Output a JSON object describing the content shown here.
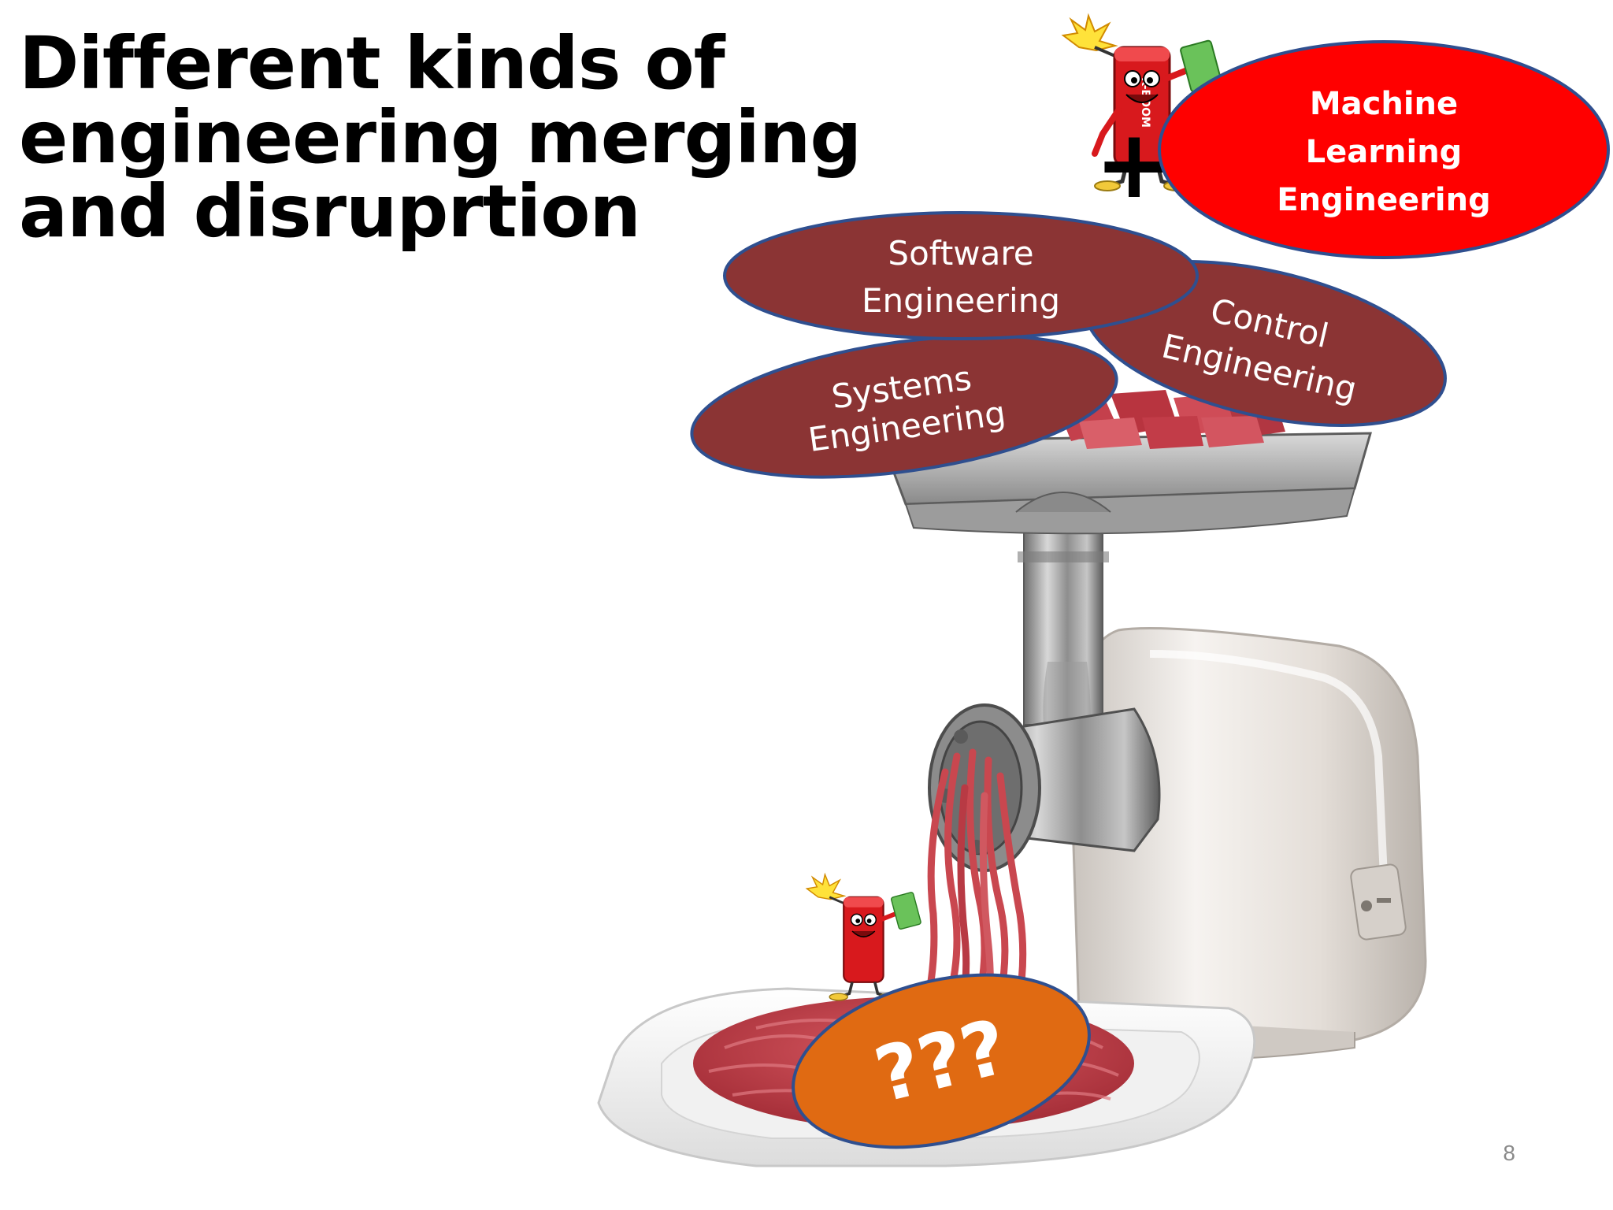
{
  "slide": {
    "title_lines": [
      "Different kinds of",
      "engineering merging",
      "and disruprtion"
    ],
    "page_number": "8"
  },
  "bubbles": {
    "machine_learning": [
      "Machine",
      "Learning",
      "Engineering"
    ],
    "software": [
      "Software",
      "Engineering"
    ],
    "control": [
      "Control",
      "Engineering"
    ],
    "systems": [
      "Systems",
      "Engineering"
    ],
    "output": "???"
  },
  "plus_sign": "+",
  "mascot_label": "K-BOOM",
  "colors": {
    "ml_bubble": "#ff0000",
    "engineering_bubble": "#8b3434",
    "output_bubble": "#e06a12",
    "bubble_outline": "#2f4f8f",
    "meat": "#c2404a",
    "metal": "#9c9c9c",
    "grinder_body": "#ece8e4"
  }
}
